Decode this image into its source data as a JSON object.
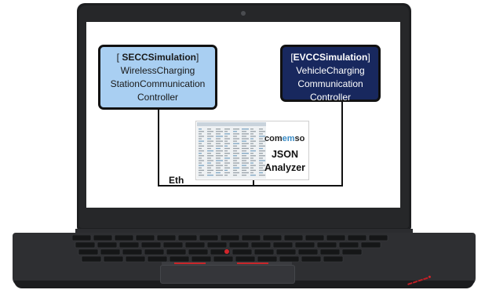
{
  "diagram": {
    "secc": {
      "title_bracket_open": "[ ",
      "title_bold": "SECCSimulation",
      "title_bracket_close": "]",
      "line1": "WirelessCharging",
      "line2": "StationCommunication",
      "line3": "Controller"
    },
    "evcc": {
      "title_bracket_open": "[",
      "title_bold": "EVCCSimulation",
      "title_bracket_close": "]",
      "line1": "VehicleCharging",
      "line2": "Communication",
      "line3": "Controller"
    },
    "link_label": "Eth",
    "analyzer": {
      "brand_part1": "com",
      "brand_part2": "em",
      "brand_part3": "so",
      "line1": "JSON",
      "line2": "Analyzer"
    }
  },
  "colors": {
    "secc_fill": "#a9cff2",
    "evcc_fill": "#18285e",
    "brand_accent": "#3a8cc6",
    "laptop_body": "#2e2f32",
    "trackpoint_red": "#d3252b"
  },
  "icons": [
    "laptop-icon",
    "camera-icon",
    "trackpoint-icon",
    "brand-logo-icon",
    "analyzer-screenshot-icon"
  ]
}
